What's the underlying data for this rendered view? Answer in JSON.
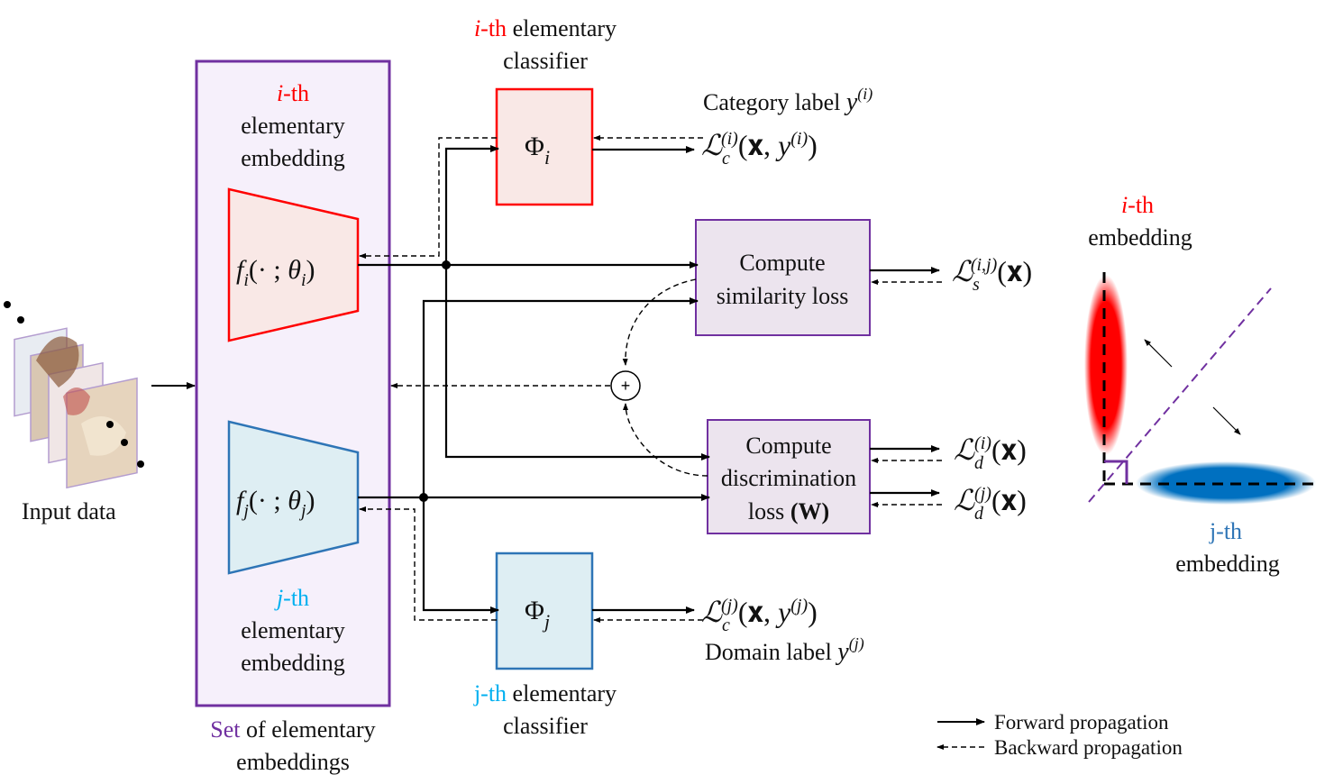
{
  "labels": {
    "input_data": "Input data",
    "set_prefix": "Set",
    "set_rest": " of elementary",
    "set_line2": "embeddings",
    "ith": "i",
    "th": "-th",
    "elementary": "elementary",
    "embedding": "embedding",
    "jth": "j",
    "classifier": "classifier",
    "elementary_space": " elementary",
    "j_th_plain": "j-th",
    "compute": "Compute",
    "similarity_loss": "similarity loss",
    "discrimination": "discrimination",
    "loss": "loss ",
    "W": "(W)",
    "category_label": "Category label ",
    "domain_label": "Domain label ",
    "forward": "Forward propagation",
    "backward": "Backward propagation",
    "plus": "+"
  },
  "math": {
    "phi": "Φ",
    "sub_i": "i",
    "sub_j": "j",
    "f": "f",
    "theta": "θ",
    "fi_args_open": "(· ; ",
    "close": ")",
    "L": "ℒ",
    "y": "y",
    "sup_i": "(i)",
    "sup_j": "(j)",
    "sup_ij": "(i,j)",
    "sub_c": "c",
    "sub_s": "s",
    "sub_d": "d",
    "x_only": "(𝐱)",
    "x_y_open": "(𝐱, ",
    "x_bold": "x"
  },
  "colors": {
    "purple": "#7030a0",
    "red": "#ff0000",
    "blue": "#2e75b6",
    "cyan": "#00b0f0",
    "set_fill": "#f6f0fb",
    "red_fill": "#f9e8e6",
    "blue_fill": "#deeef3",
    "box_fill": "#ece4ee"
  }
}
